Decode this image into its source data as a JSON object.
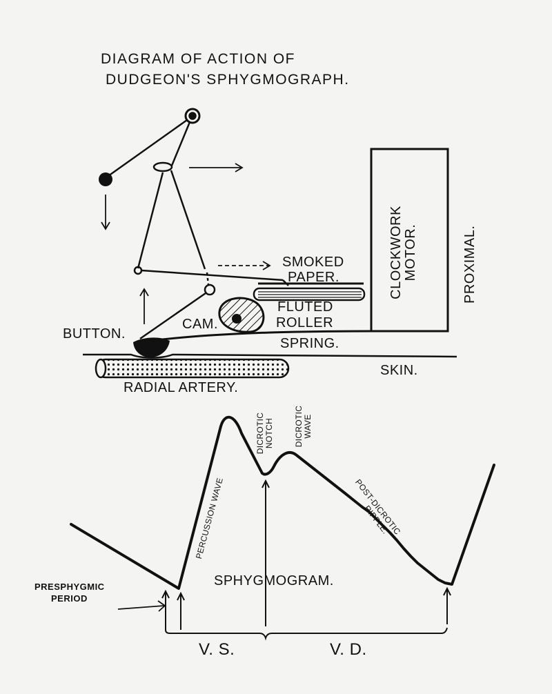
{
  "title": {
    "line1": "DIAGRAM   OF   ACTION   OF",
    "line2": "DUDGEON'S  SPHYGMOGRAPH."
  },
  "mechanism": {
    "smoked_paper_1": "SMOKED",
    "smoked_paper_2": "PAPER.",
    "fluted": "FLUTED",
    "roller": "ROLLER",
    "spring": "SPRING.",
    "cam": "CAM.",
    "button": "BUTTON.",
    "skin": "SKIN.",
    "radial_artery": "RADIAL ARTERY.",
    "clockwork_1": "CLOCKWORK",
    "clockwork_2": "MOTOR.",
    "proximal": "PROXIMAL."
  },
  "sphygmogram": {
    "title": "SPHYGMOGRAM.",
    "percussion_wave": "PERCUSSION WAVE",
    "dicrotic_notch_1": "DICROTIC",
    "dicrotic_notch_2": "NOTCH",
    "dicrotic_wave_1": "DICROTIC",
    "dicrotic_wave_2": "WAVE",
    "post_dicrotic_1": "POST-DICROTIC",
    "post_dicrotic_2": "RIPPLE.",
    "presphygmic_1": "PRESPHYGMIC",
    "presphygmic_2": "PERIOD",
    "vs": "V. S.",
    "vd": "V.  D."
  }
}
